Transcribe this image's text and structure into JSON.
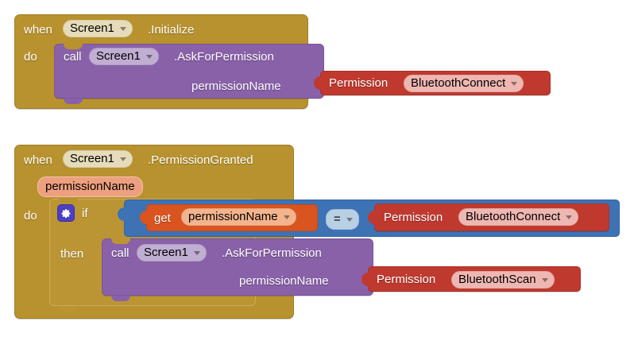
{
  "app": {
    "name": "MIT App Inventor Blocks Editor",
    "canvas_background": "#ffffff"
  },
  "palette": {
    "event_gold": "#b8922e",
    "control_gold": "#bb9534",
    "method_purple": "#8961a8",
    "logic_blue": "#3d72b5",
    "variable_orange": "#d9541f",
    "helper_red": "#c0392f",
    "param_salmon": "#eda07f",
    "gear_indigo": "#4c3fc4"
  },
  "blocks": [
    {
      "id": "block-1",
      "type": "event",
      "when_label": "when",
      "component": "Screen1",
      "event_name": ".Initialize",
      "do_label": "do",
      "body": {
        "type": "method-call",
        "call_label": "call",
        "component": "Screen1",
        "method_name": ".AskForPermission",
        "arg_label": "permissionName",
        "arg_value": {
          "type": "helper-dropdown",
          "helper_label": "Permission",
          "value": "BluetoothConnect"
        }
      }
    },
    {
      "id": "block-2",
      "type": "event",
      "when_label": "when",
      "component": "Screen1",
      "event_name": ".PermissionGranted",
      "parameter_badge": "permissionName",
      "do_label": "do",
      "body": {
        "type": "control-if",
        "if_label": "if",
        "then_label": "then",
        "mutator_icon": "gear-icon",
        "condition": {
          "type": "compare",
          "operator": "=",
          "left": {
            "type": "variable-get",
            "get_label": "get",
            "variable": "permissionName"
          },
          "right": {
            "type": "helper-dropdown",
            "helper_label": "Permission",
            "value": "BluetoothConnect"
          }
        },
        "then_body": {
          "type": "method-call",
          "call_label": "call",
          "component": "Screen1",
          "method_name": ".AskForPermission",
          "arg_label": "permissionName",
          "arg_value": {
            "type": "helper-dropdown",
            "helper_label": "Permission",
            "value": "BluetoothScan"
          }
        }
      }
    }
  ]
}
